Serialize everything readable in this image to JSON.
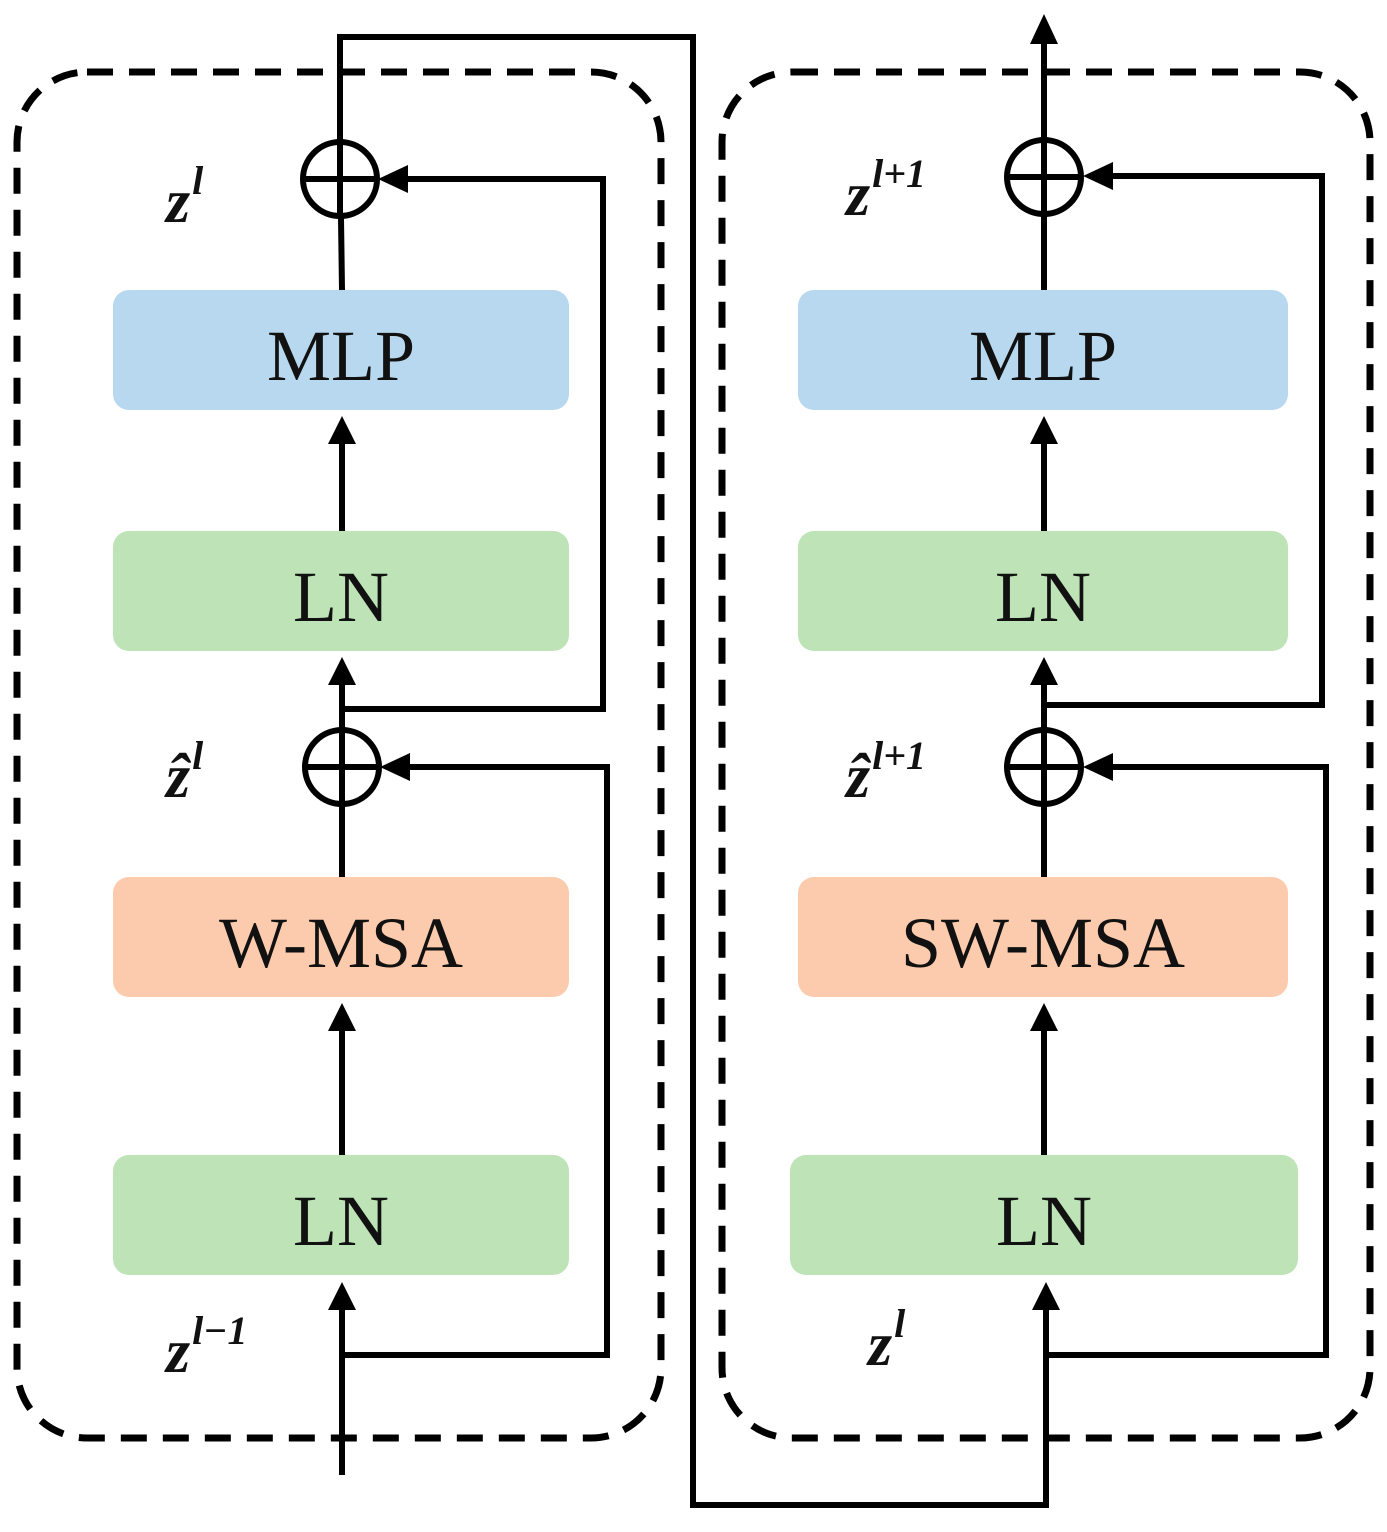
{
  "colors": {
    "mlp": "#b7d8ef",
    "ln": "#bde3b6",
    "msa": "#fccbad",
    "line": "#000000"
  },
  "left_block": {
    "mlp_label": "MLP",
    "ln_top_label": "LN",
    "msa_label": "W-MSA",
    "ln_bottom_label": "LN",
    "output_var": {
      "base": "z",
      "sup": "l"
    },
    "mid_var": {
      "base": "ẑ",
      "sup": "l"
    },
    "input_var": {
      "base": "z",
      "sup": "l−1"
    }
  },
  "right_block": {
    "mlp_label": "MLP",
    "ln_top_label": "LN",
    "msa_label": "SW-MSA",
    "ln_bottom_label": "LN",
    "output_var": {
      "base": "z",
      "sup": "l+1"
    },
    "mid_var": {
      "base": "ẑ",
      "sup": "l+1"
    },
    "input_var": {
      "base": "z",
      "sup": "l"
    }
  }
}
